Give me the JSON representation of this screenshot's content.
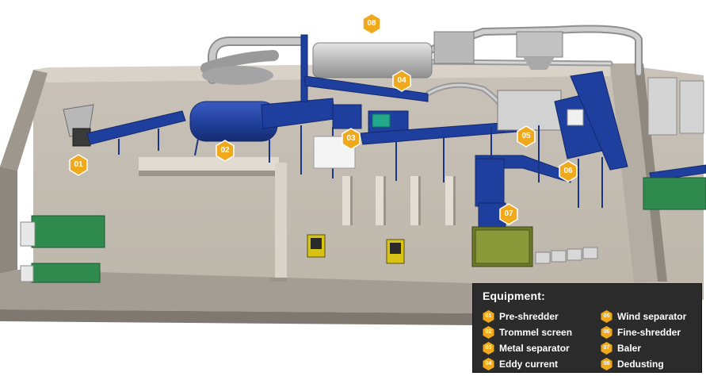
{
  "legend": {
    "title": "Equipment:",
    "items": [
      {
        "num": "01",
        "label": "Pre-shredder"
      },
      {
        "num": "02",
        "label": "Trommel screen"
      },
      {
        "num": "03",
        "label": "Metal separator"
      },
      {
        "num": "04",
        "label": "Eddy current"
      },
      {
        "num": "05",
        "label": "Wind separator"
      },
      {
        "num": "06",
        "label": "Fine-shredder"
      },
      {
        "num": "07",
        "label": "Baler"
      },
      {
        "num": "08",
        "label": "Dedusting"
      }
    ]
  },
  "markers": [
    "01",
    "02",
    "03",
    "04",
    "05",
    "06",
    "07",
    "08"
  ],
  "colors": {
    "marker": "#f0a81c",
    "machinery": "#1f3f9e",
    "trucks": "#2f8a4e",
    "legend_bg": "#2b2b2b"
  }
}
